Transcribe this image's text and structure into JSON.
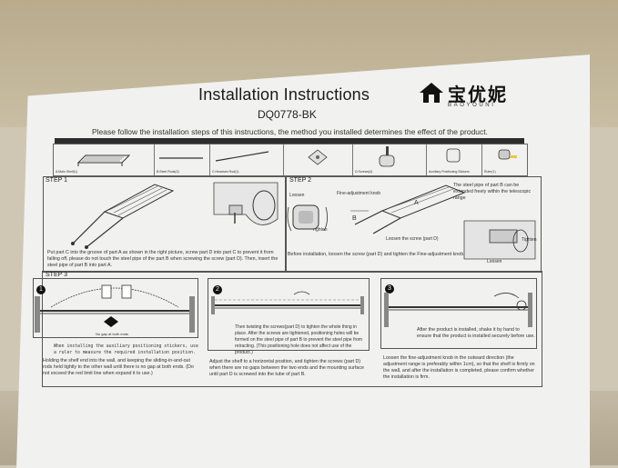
{
  "document": {
    "title": "Installation Instructions",
    "model": "DQ0778-BK",
    "brand_cn": "宝优妮",
    "brand_en": "BAOYOUNI",
    "subtitle": "Please follow the installation steps of this instructions, the method you installed determines the effect of the product."
  },
  "parts": [
    {
      "label": "A:Main Shelf(1)"
    },
    {
      "label": "B:Steel Rods(2)"
    },
    {
      "label": "C:Headrain Rod(1)"
    },
    {
      "label": ""
    },
    {
      "label": "D:Screws(4)"
    },
    {
      "label": "Auxiliary Positioning Stickers"
    },
    {
      "label": "Ruler(1)"
    }
  ],
  "step1": {
    "label": "STEP 1",
    "text": "Put part C into the groove of part A as shown in the right picture,  screw part D into part C to prevent it from falling off,  please do not touch the steel pipe of the part B when screwing the screw (part D).  Then,  insert the steel pipe of part B into part A."
  },
  "step2": {
    "label": "STEP 2",
    "loosen": "Loosen",
    "knob": "Fine-adjustment knob",
    "tighten": "Tighten",
    "pipe_note": "The steel pipe of part B can be extended freely within the telescopic range",
    "part_a": "A",
    "part_b": "B",
    "loosen_screw": "Loosen the screw (part D)",
    "tighten2": "Tighten",
    "loosen2": "Loosen",
    "text": "Before installation, loosen the screw (part D) and tighten the Fine-adjustment knob."
  },
  "step3": {
    "label": "STEP 3",
    "panel1": {
      "num": "1",
      "no_gap": "No gap at both ends",
      "ruler_note": "When installing the auxiliary positioning stickers, use a ruler to measure the required installation position.",
      "text": "Holding the shelf end into the wall, and keeping the sliding-in-and-out rods held tightly to the other wall until there is no gap at both ends. (Do not exceed the red limit line when expand it to use.)"
    },
    "panel2": {
      "num": "2",
      "twist": "Then twisting the screws(part D) to tighten the whole thing in place. After the screws are tightened, positioning holes will be formed on the steel pipe of part B to prevent the steel pipe from retracting. (This positioning hole does not affect use of the product.)",
      "text": "Adjust the shelf to a horizontal position, and tighten the screws (part D) when there are no gaps between the two ends and the mounting surface until part D is screwed into the tube of part B."
    },
    "panel3": {
      "num": "3",
      "shake": "After the product is installed, shake it by hand to ensure that the product is installed securely before use.",
      "text": "Loosen the fine-adjustment knob in the outward direction (the adjustment range is preferably within 1cm), so that the shelf is firmly on the wall, and after the installation is completed, please confirm whether the installation is firm."
    }
  }
}
